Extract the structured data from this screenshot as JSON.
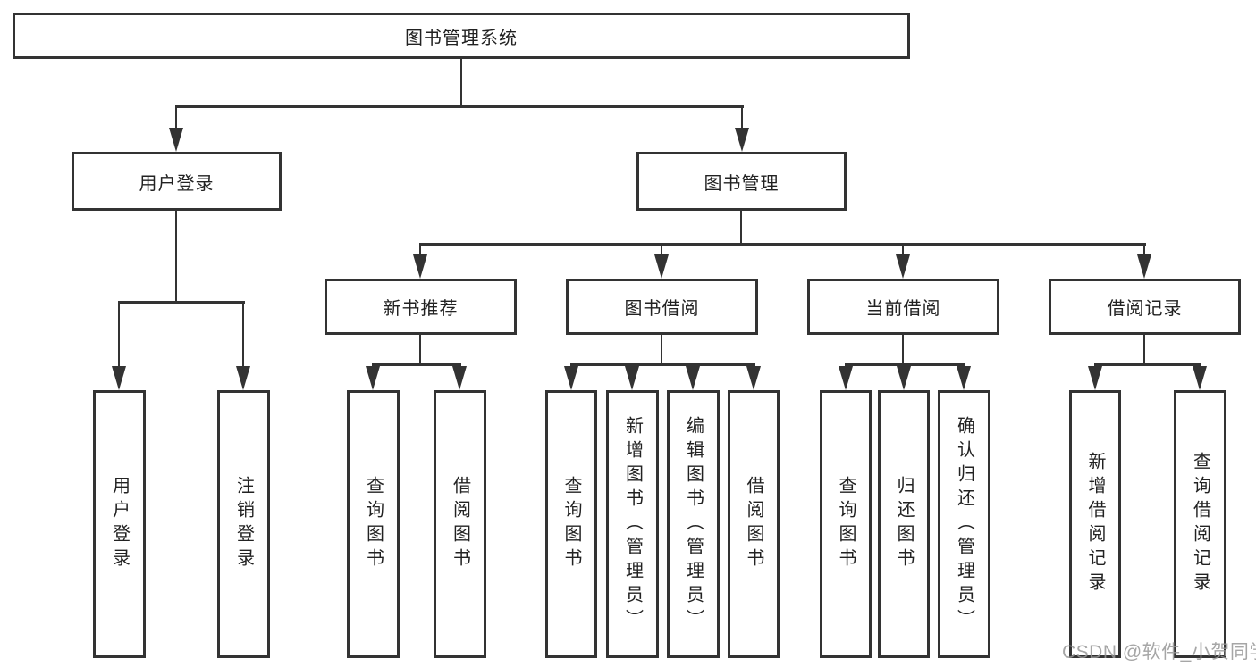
{
  "tree": {
    "label": "图书管理系统",
    "children": [
      {
        "label": "用户登录",
        "children": [
          {
            "label": "用户登录"
          },
          {
            "label": "注销登录"
          }
        ]
      },
      {
        "label": "图书管理",
        "children": [
          {
            "label": "新书推荐",
            "children": [
              {
                "label": "查询图书"
              },
              {
                "label": "借阅图书"
              }
            ]
          },
          {
            "label": "图书借阅",
            "children": [
              {
                "label": "查询图书"
              },
              {
                "label": "新增图书（管理员）"
              },
              {
                "label": "编辑图书（管理员）"
              },
              {
                "label": "借阅图书"
              }
            ]
          },
          {
            "label": "当前借阅",
            "children": [
              {
                "label": "查询图书"
              },
              {
                "label": "归还图书"
              },
              {
                "label": "确认归还（管理员）"
              }
            ]
          },
          {
            "label": "借阅记录",
            "children": [
              {
                "label": "新增借阅记录"
              },
              {
                "label": "查询借阅记录"
              }
            ]
          }
        ]
      }
    ]
  },
  "watermark": {
    "text": "CSDN @软件_小贺同学"
  },
  "colors": {
    "line": "#333333",
    "box_border": "#333333",
    "text": "#222222",
    "background": "#ffffff",
    "watermark": "#969696"
  }
}
